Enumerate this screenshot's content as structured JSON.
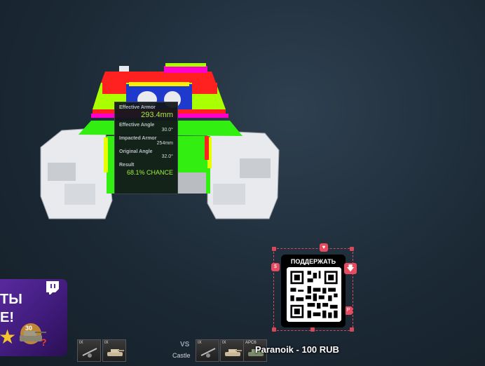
{
  "armor_tooltip": {
    "effective_armor_label": "Effective Armor",
    "effective_armor_value": "293.4mm",
    "effective_angle_label": "Effective Angle",
    "effective_angle_value": "30.0°",
    "impacted_armor_label": "Impacted Armor",
    "impacted_armor_value": "254mm",
    "original_angle_label": "Original Angle",
    "original_angle_value": "32.0°",
    "result_label": "Result",
    "result_value": "68.1% CHANCE"
  },
  "donate_widget": {
    "title": "ПОДДЕРЖАТЬ",
    "heart_icon": "♥",
    "download_icon": "🡇",
    "side_icon_left": "$",
    "side_icon_right": "P"
  },
  "twitch_promo": {
    "text_line1": "ТЫ",
    "text_line2": "Е!",
    "badge_number": "30",
    "question": "?"
  },
  "battle_bar": {
    "vs_label": "VS",
    "map_name": "Castle",
    "left_slots": [
      {
        "tier": "IX"
      },
      {
        "tier": "IX"
      }
    ],
    "right_slots": [
      {
        "tier": "IX"
      },
      {
        "tier": "IX"
      },
      {
        "tier": "APC6"
      }
    ],
    "donation_alert": "Paranoik - 100 RUB"
  },
  "colors": {
    "armor_green": "#33ee11",
    "armor_yellow_green": "#aaff00",
    "armor_red": "#ff2020",
    "armor_magenta": "#ff00cc",
    "accent_red": "#e84a5f",
    "twitch_purple": "#5a2aa0"
  }
}
